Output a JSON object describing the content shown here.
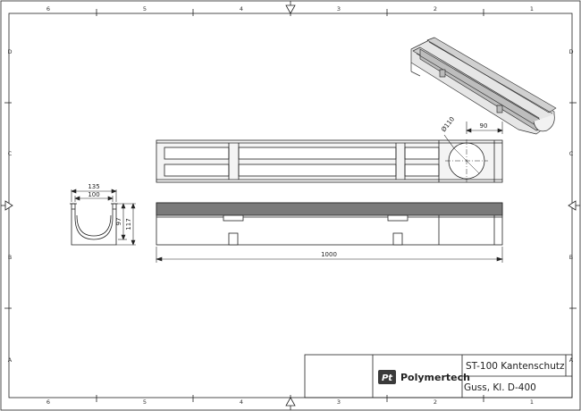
{
  "frame": {
    "columns": [
      "6",
      "5",
      "4",
      "3",
      "2",
      "1"
    ],
    "rows": [
      "D",
      "C",
      "B",
      "A"
    ]
  },
  "title_block": {
    "brand": "Polymertech",
    "logo": "Pt",
    "line1": "ST-100 Kantenschutz",
    "line2": "Guss, Kl. D-400"
  },
  "dimensions": {
    "width_outer": "135",
    "width_inner": "100",
    "height_inner": "97",
    "height_outer": "117",
    "length": "1000",
    "hole_diameter": "Ø110",
    "hole_offset": "90"
  },
  "colors": {
    "line": "#222222",
    "grate_fill": "#7a7a7a",
    "iso_fill": "#d9d9d9"
  }
}
